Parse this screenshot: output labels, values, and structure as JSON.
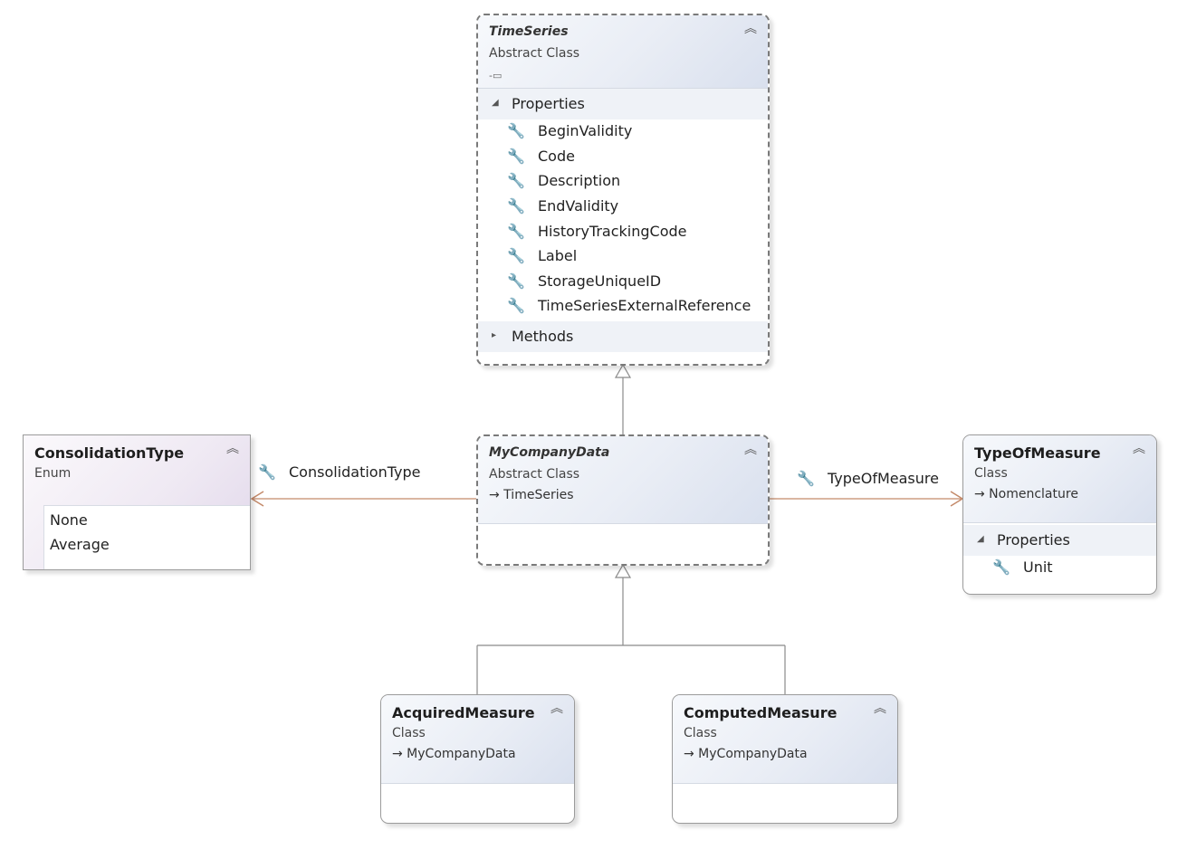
{
  "boxes": {
    "timeseries": {
      "name": "TimeSeries",
      "stereotype": "Abstract Class",
      "interface_icon": "-▭",
      "collapse_icon": "˄˄",
      "properties_label": "Properties",
      "properties": [
        "BeginValidity",
        "Code",
        "Description",
        "EndValidity",
        "HistoryTrackingCode",
        "Label",
        "StorageUniqueID",
        "TimeSeriesExternalReference"
      ],
      "methods_label": "Methods"
    },
    "mycompanydata": {
      "name": "MyCompanyData",
      "stereotype": "Abstract Class",
      "base": "→ TimeSeries"
    },
    "consolidationtype": {
      "name": "ConsolidationType",
      "stereotype": "Enum",
      "literals": [
        "None",
        "Average"
      ]
    },
    "typeofmeasure": {
      "name": "TypeOfMeasure",
      "stereotype": "Class",
      "base": "→ Nomenclature",
      "properties_label": "Properties",
      "properties": [
        "Unit"
      ]
    },
    "acquiredmeasure": {
      "name": "AcquiredMeasure",
      "stereotype": "Class",
      "base": "→ MyCompanyData"
    },
    "computedmeasure": {
      "name": "ComputedMeasure",
      "stereotype": "Class",
      "base": "→ MyCompanyData"
    }
  },
  "associations": {
    "consolidationtype": "ConsolidationType",
    "typeofmeasure": "TypeOfMeasure"
  },
  "icons": {
    "property": "wrench-icon",
    "collapse": "double-chevron-up-icon",
    "expanded": "triangle-down-icon",
    "collapsed": "triangle-right-icon"
  },
  "colors": {
    "association": "#c48a6a",
    "inheritance": "#8a8a8a"
  }
}
